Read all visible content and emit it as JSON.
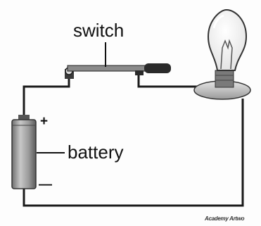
{
  "labels": {
    "switch": "switch",
    "battery": "battery",
    "plus": "+",
    "minus": "—",
    "credit": "Academy Artwo"
  },
  "colors": {
    "wire": "#1a1a1a",
    "battery_body": "#a9a9a9",
    "switch_handle": "#2a2a2a",
    "bulb_base": "#bdbdbd"
  }
}
